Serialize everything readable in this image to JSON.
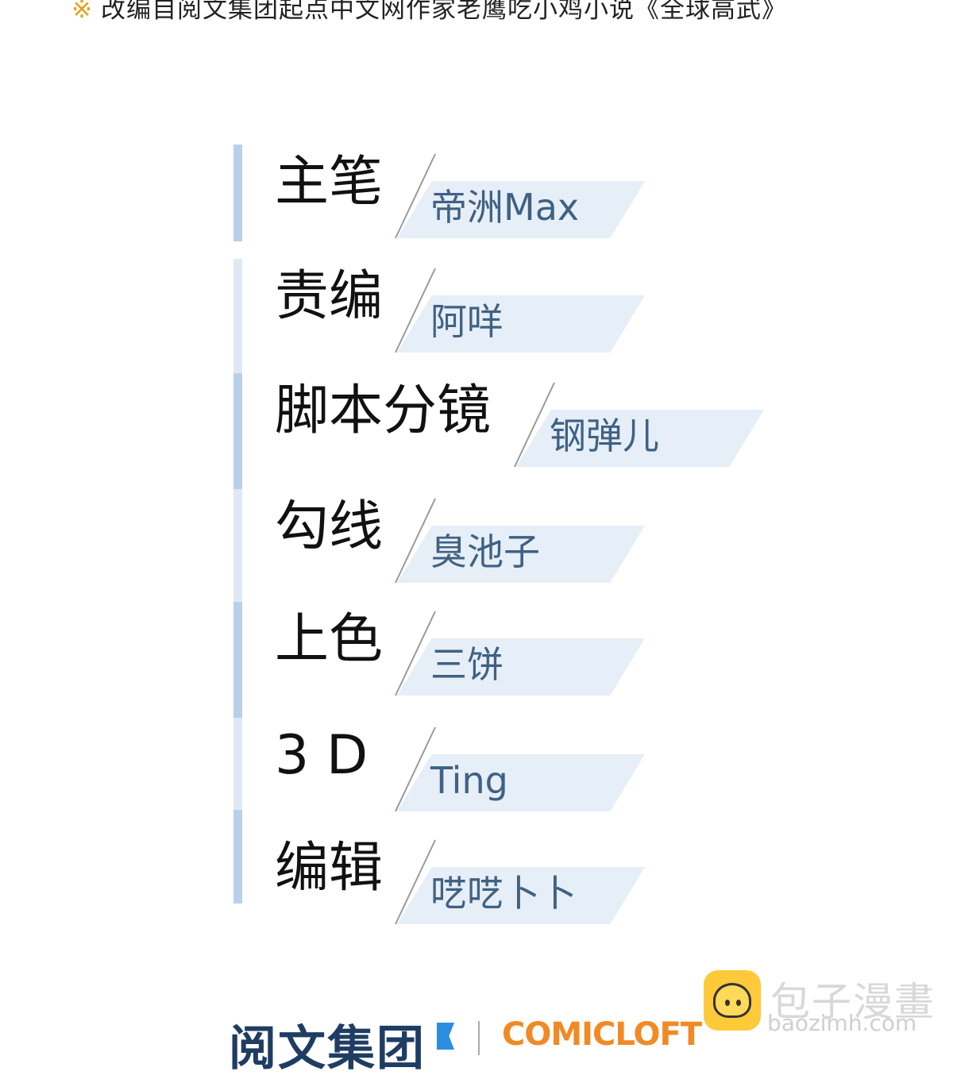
{
  "header": {
    "mark": "※",
    "notice": "改编自阅文集团起点中文网作家老鹰吃小鸡小说《全球高武》"
  },
  "credits": [
    {
      "role": "主笔",
      "name": "帝洲Max"
    },
    {
      "role": "责编",
      "name": "阿咩"
    },
    {
      "role": "脚本分镜",
      "name": "钢弹儿"
    },
    {
      "role": "勾线",
      "name": "臭池子"
    },
    {
      "role": "上色",
      "name": "三饼"
    },
    {
      "role": "3 D",
      "name": "Ting"
    },
    {
      "role": "编辑",
      "name": "呓呓卜卜"
    }
  ],
  "footer": {
    "yuewen_logo": "阅文集团",
    "comicloft_logo": "COMICLOFT"
  },
  "watermark": {
    "title": "包子漫畫",
    "url": "baozimh.com"
  },
  "colors": {
    "bar_dark": "#b9d0ea",
    "bar_light": "#dfe9f4",
    "tag_bg": "#e6eef7",
    "name_text": "#3f6183",
    "accent_orange": "#f08a24"
  }
}
